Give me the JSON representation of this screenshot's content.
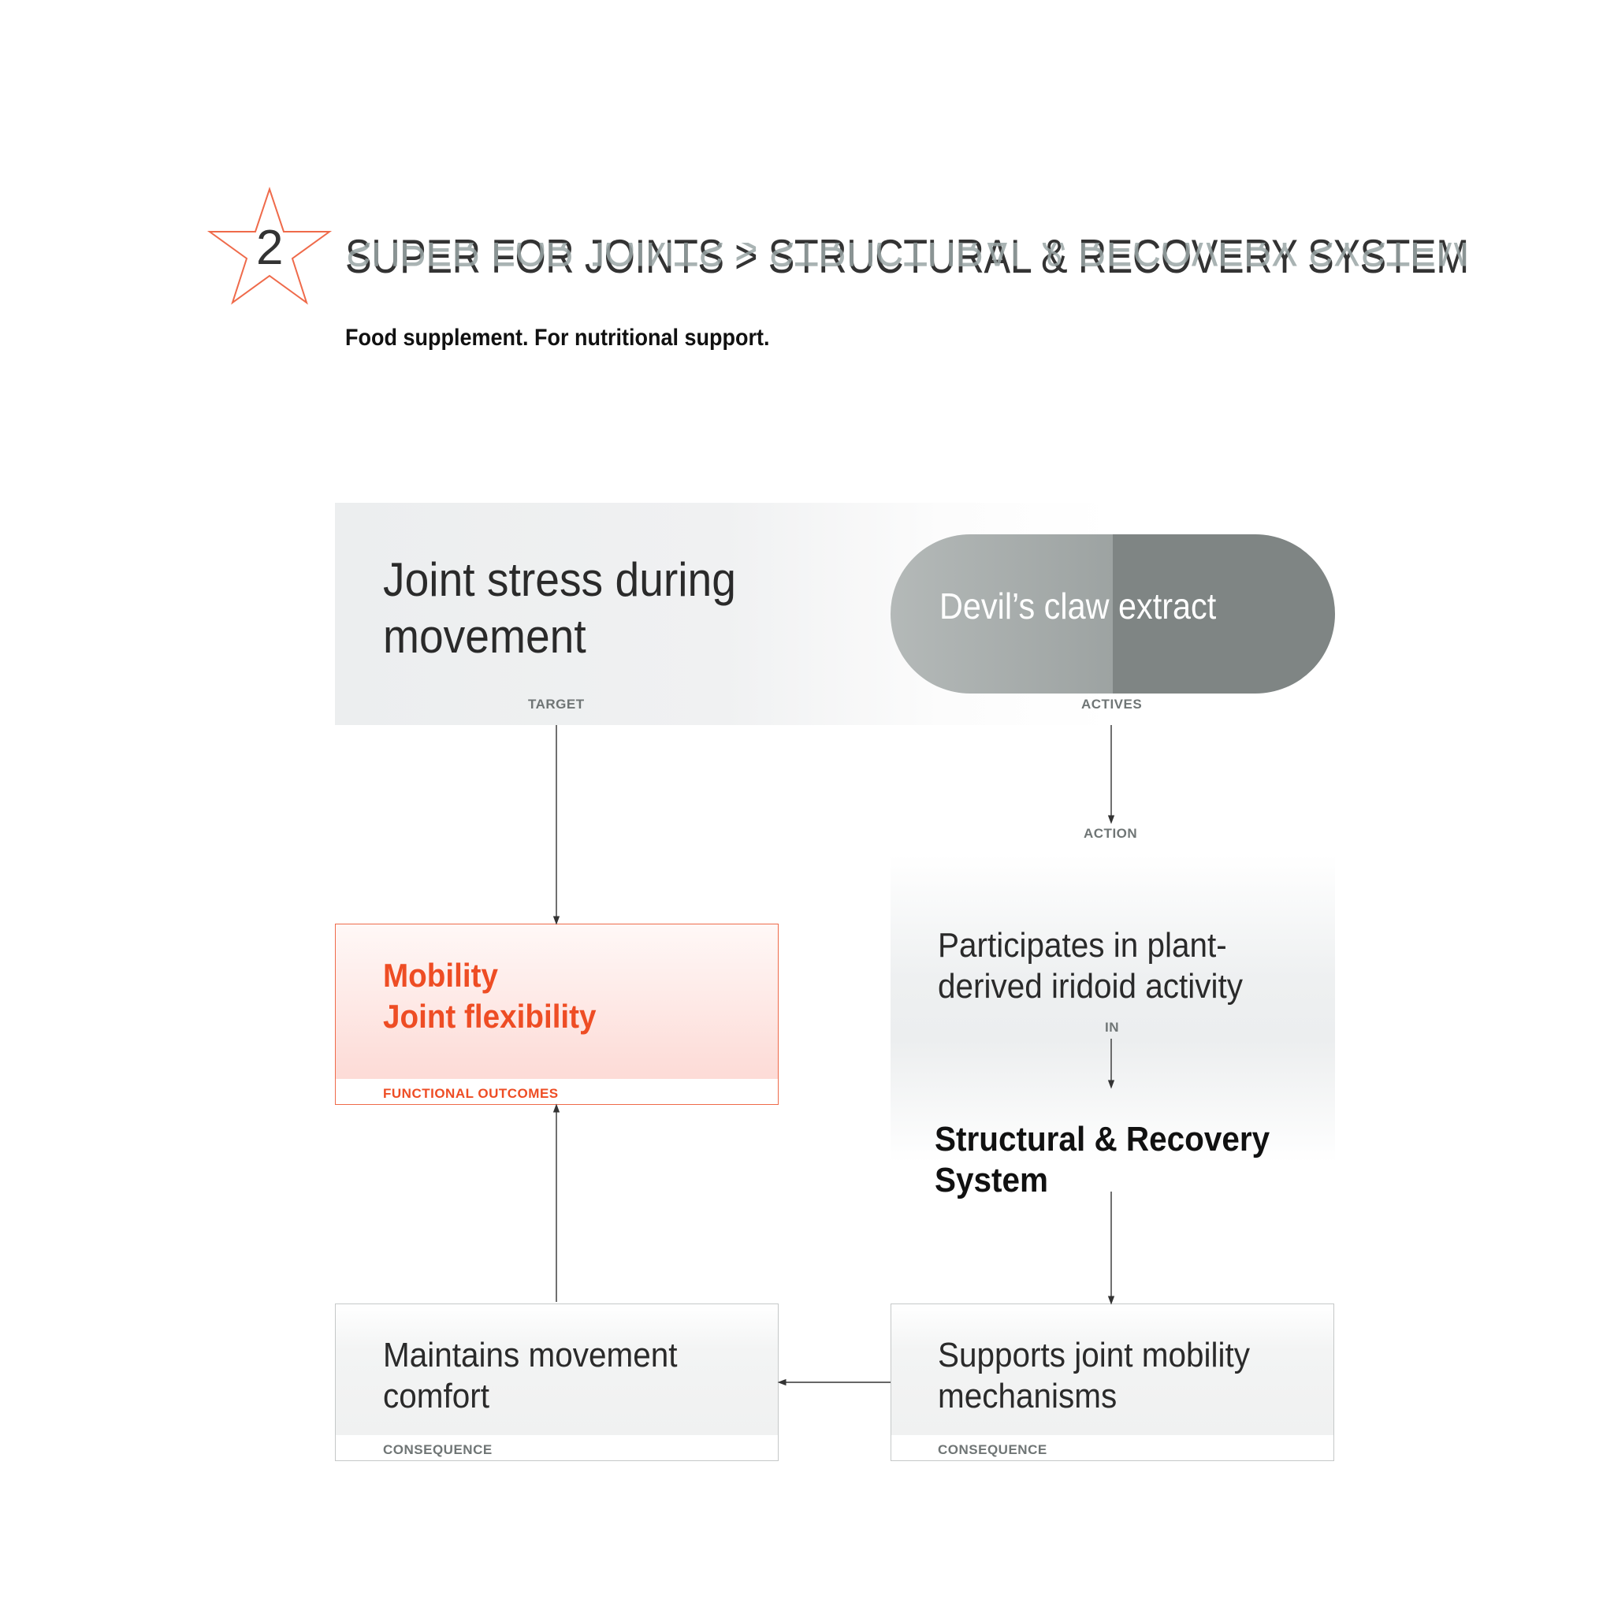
{
  "header": {
    "step_number": "2",
    "title": "SUPER FOR JOINTS > STRUCTURAL & RECOVERY SYSTEM",
    "subtitle": "Food supplement. For nutritional support."
  },
  "target": {
    "text_line1": "Joint stress during",
    "text_line2": "movement",
    "tag": "TARGET"
  },
  "actives": {
    "pill_text": "Devil’s claw extract",
    "tag": "ACTIVES"
  },
  "action": {
    "tag": "ACTION",
    "mechanism_line1": "Participates in plant-",
    "mechanism_line2": "derived iridoid activity",
    "in_tag": "IN",
    "system_line1": "Structural & Recovery",
    "system_line2": "System"
  },
  "outcomes": {
    "line1": "Mobility",
    "line2": "Joint flexibility",
    "tag": "FUNCTIONAL OUTCOMES"
  },
  "consequence_left": {
    "line1": "Maintains movement",
    "line2": "comfort",
    "tag": "CONSEQUENCE"
  },
  "consequence_right": {
    "line1": "Supports joint mobility",
    "line2": "mechanisms",
    "tag": "CONSEQUENCE"
  },
  "colors": {
    "accent": "#ee4d24",
    "pill_dark": "#7f8584",
    "pill_light": "#b4b9b8",
    "tag_gray": "#6f7575"
  }
}
